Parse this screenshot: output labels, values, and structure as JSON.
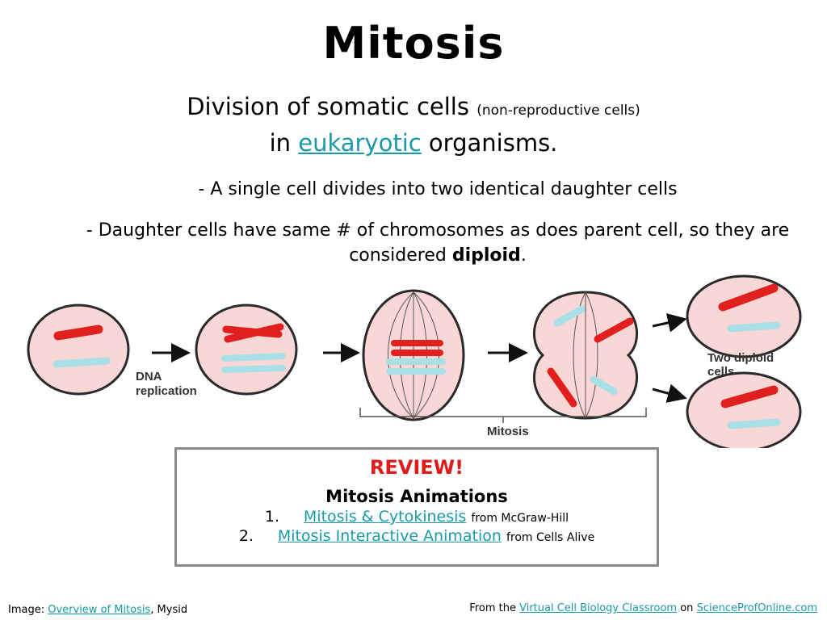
{
  "title": "Mitosis",
  "subtitle": {
    "line1_text": "Division of somatic  cells ",
    "line1_small": "(non-reproductive cells)",
    "line2_prefix": "in ",
    "line2_link": "eukaryotic",
    "line2_suffix": " organisms."
  },
  "bullets": {
    "b1": "- A single cell divides into two identical daughter cells",
    "b2_text": "- Daughter cells have same # of chromosomes as does parent cell, so they are considered ",
    "b2_bold": "diploid",
    "b2_end": "."
  },
  "diagram": {
    "dna_label_1": "DNA",
    "dna_label_2": "replication",
    "mitosis_label": "Mitosis",
    "two_label_1": "Two diploid",
    "two_label_2": "cells",
    "colors": {
      "cell_fill": "#f9d7d7",
      "cell_outline": "#2a2a2a",
      "red_chromosome": "#e0201e",
      "blue_chromosome": "#a9dfe6"
    }
  },
  "review": {
    "title": "REVIEW!",
    "subtitle": "Mitosis Animations",
    "items": [
      {
        "num": "1.",
        "link": "Mitosis & Cytokinesis",
        "from": "from McGraw-Hill"
      },
      {
        "num": "2.",
        "link": "Mitosis Interactive Animation",
        "from": "from Cells Alive"
      }
    ]
  },
  "footer": {
    "left_prefix": "Image: ",
    "left_link": "Overview of Mitosis",
    "left_suffix": ", Mysid",
    "right_prefix": "From the ",
    "right_link1": "Virtual Cell Biology Classroom",
    "right_mid": " on ",
    "right_link2": "ScienceProfOnline.com"
  }
}
